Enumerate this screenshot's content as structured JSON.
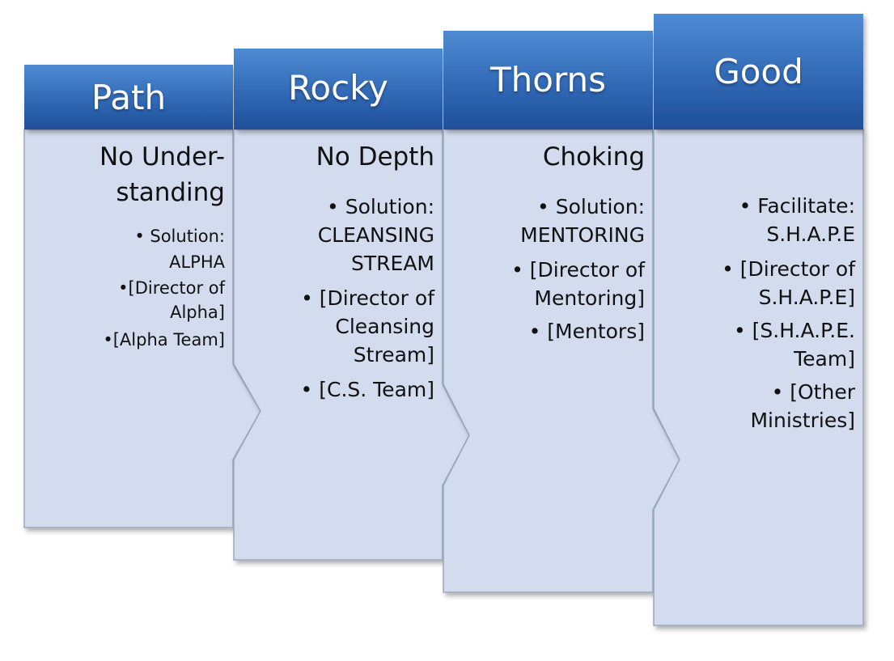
{
  "colors": {
    "header_top": "#4a86cf",
    "header_bottom": "#2356a0",
    "panel_fill": "#d3dcef",
    "panel_stroke": "#9aa7bd"
  },
  "columns": [
    {
      "title": "Path",
      "heading_lines": [
        "No Under-",
        "standing"
      ],
      "items": [
        "• Solution:",
        "ALPHA",
        "•[Director of",
        "Alpha]",
        "•[Alpha Team]"
      ]
    },
    {
      "title": "Rocky",
      "heading_lines": [
        "No Depth"
      ],
      "items": [
        "• Solution:",
        "CLEANSING",
        "STREAM",
        "• [Director of",
        "Cleansing",
        "Stream]",
        "• [C.S. Team]"
      ]
    },
    {
      "title": "Thorns",
      "heading_lines": [
        "Choking"
      ],
      "items": [
        "• Solution:",
        "MENTORING",
        "• [Director of",
        "Mentoring]",
        "• [Mentors]"
      ]
    },
    {
      "title": "Good",
      "heading_lines": [],
      "items": [
        "• Facilitate:",
        "S.H.A.P.E",
        "• [Director of",
        "S.H.A.P.E]",
        "• [S.H.A.P.E.",
        "Team]",
        "• [Other",
        "Ministries]"
      ]
    }
  ]
}
